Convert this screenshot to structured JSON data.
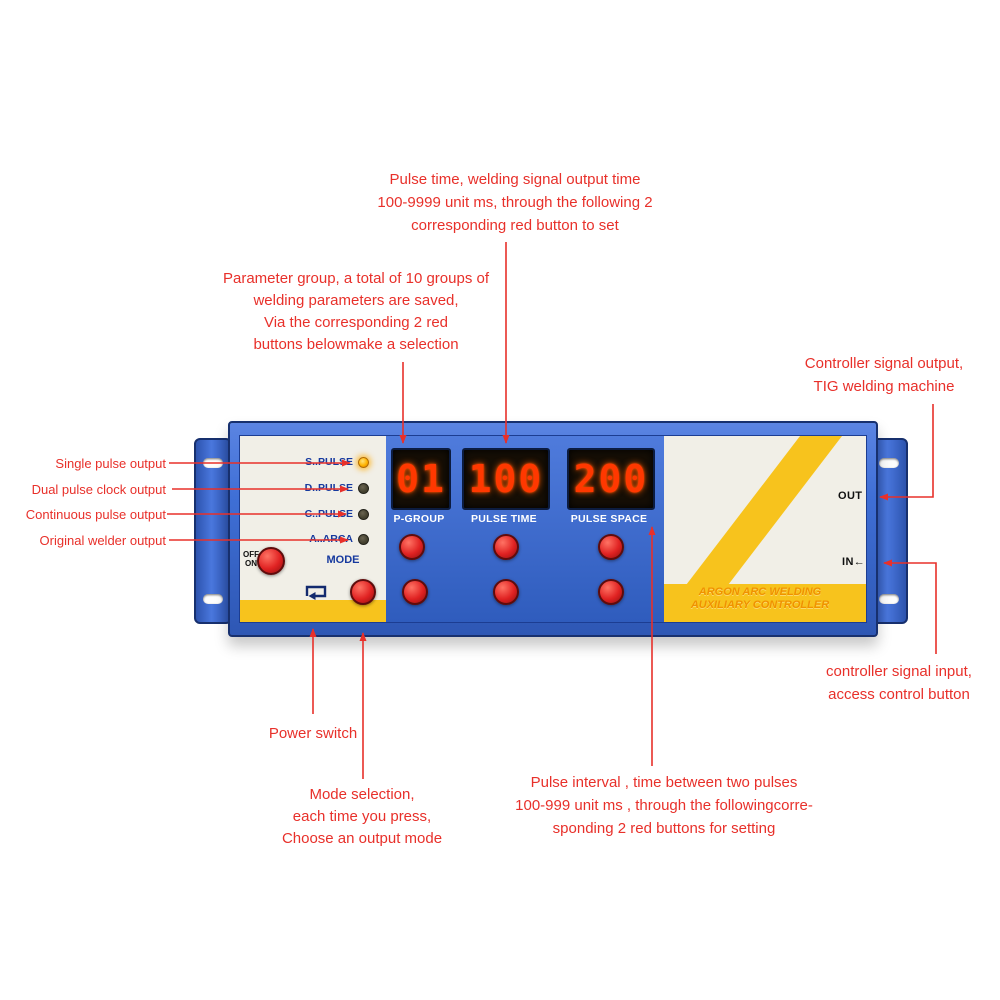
{
  "colors": {
    "annotation_red": "#e8302a",
    "device_blue": "#3f6fd6",
    "device_blue_dark": "#17306e",
    "panel_bg": "#f1efe7",
    "panel_yellow": "#f7c31d",
    "display_bg": "#150e05",
    "digit_red": "#ff3800",
    "button_red": "#e02222",
    "led_on": "#ffb300",
    "led_off": "#44412f",
    "label_blue": "#16399e",
    "brand_orange": "#f09200"
  },
  "annotations": {
    "pulse_time": {
      "lines": [
        "Pulse time, welding signal output time",
        "100-9999 unit ms, through the following 2",
        "corresponding red button to set"
      ]
    },
    "parameter_group": {
      "lines": [
        "Parameter group, a total of 10 groups of",
        "welding parameters are saved,",
        "Via the corresponding 2 red",
        "buttons belowmake a selection"
      ]
    },
    "controller_output": {
      "lines": [
        "Controller signal output,",
        "TIG welding machine"
      ]
    },
    "single_pulse": "Single pulse output",
    "dual_pulse": "Dual pulse clock output",
    "continuous_pulse": "Continuous pulse output",
    "original_welder": "Original welder output",
    "controller_input": {
      "lines": [
        "controller signal input,",
        "access control button"
      ]
    },
    "power_switch": "Power switch",
    "mode_selection": {
      "lines": [
        "Mode selection,",
        "each time you press,",
        "Choose an output mode"
      ]
    },
    "pulse_interval": {
      "lines": [
        "Pulse interval , time between two pulses",
        "100-999 unit ms , through the followingcorre-",
        "sponding 2 red buttons for setting"
      ]
    }
  },
  "device": {
    "power": {
      "off_label": "OFF",
      "on_label": "ON"
    },
    "indicators": [
      {
        "label": "S..PULSE",
        "state": "on"
      },
      {
        "label": "D..PULSE",
        "state": "off"
      },
      {
        "label": "C..PULSE",
        "state": "off"
      },
      {
        "label": "A..ARCA",
        "state": "off"
      }
    ],
    "mode_label": "MODE",
    "display": {
      "group_values": [
        "01",
        "100",
        "200"
      ]
    },
    "param_labels": [
      "P-GROUP",
      "PULSE TIME",
      "PULSE SPACE"
    ],
    "out_label": "OUT",
    "in_label": "IN←",
    "brand_line1": "ARGON ARC WELDING",
    "brand_line2": "AUXILIARY CONTROLLER"
  }
}
